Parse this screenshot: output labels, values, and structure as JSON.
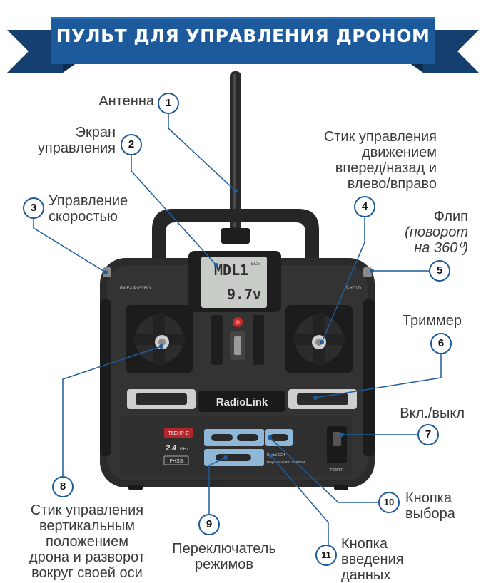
{
  "title": "ПУЛЬТ ДЛЯ УПРАВЛЕНИЯ ДРОНОМ",
  "colors": {
    "accent": "#1e5c9a",
    "banner": "#1d5a9c",
    "banner_dark": "#143f6e"
  },
  "callouts": [
    {
      "number": "1",
      "lines": [
        "Антенна"
      ]
    },
    {
      "number": "2",
      "lines": [
        "Экран",
        "управления"
      ]
    },
    {
      "number": "3",
      "lines": [
        "Управление",
        "скоростью"
      ]
    },
    {
      "number": "4",
      "lines": [
        "Стик управления",
        "движением",
        "вперед/назад и",
        "влево/вправо"
      ]
    },
    {
      "number": "5",
      "lines": [
        "Флип",
        "(поворот",
        "на 360⁰)"
      ]
    },
    {
      "number": "6",
      "lines": [
        "Триммер"
      ]
    },
    {
      "number": "7",
      "lines": [
        "Вкл./выкл"
      ]
    },
    {
      "number": "8",
      "lines": [
        "Стик управления",
        "вертикальным",
        "положением",
        "дрона и разворот",
        "вокруг своей оси"
      ]
    },
    {
      "number": "9",
      "lines": [
        "Переключатель",
        "режимов"
      ]
    },
    {
      "number": "10",
      "lines": [
        "Кнопка",
        "выбора"
      ]
    },
    {
      "number": "11",
      "lines": [
        "Кнопка",
        "введения",
        "данных"
      ]
    }
  ],
  "device": {
    "brand": "RadioLink",
    "model_badge": "T6EHP-E",
    "band": "2.4",
    "band_unit": "GHz",
    "fhss": "FHSS",
    "digital_text": "Digital 6CH",
    "system_text": "Proportional R/C SYSTEM",
    "power_label": "POWER",
    "left_switch_label": "IDLE-UP/GYRO",
    "right_switch_label": "T-HOLD",
    "screen_line1": "MDL1",
    "screen_line2": "9.7v",
    "screen_corner": "ECM"
  }
}
